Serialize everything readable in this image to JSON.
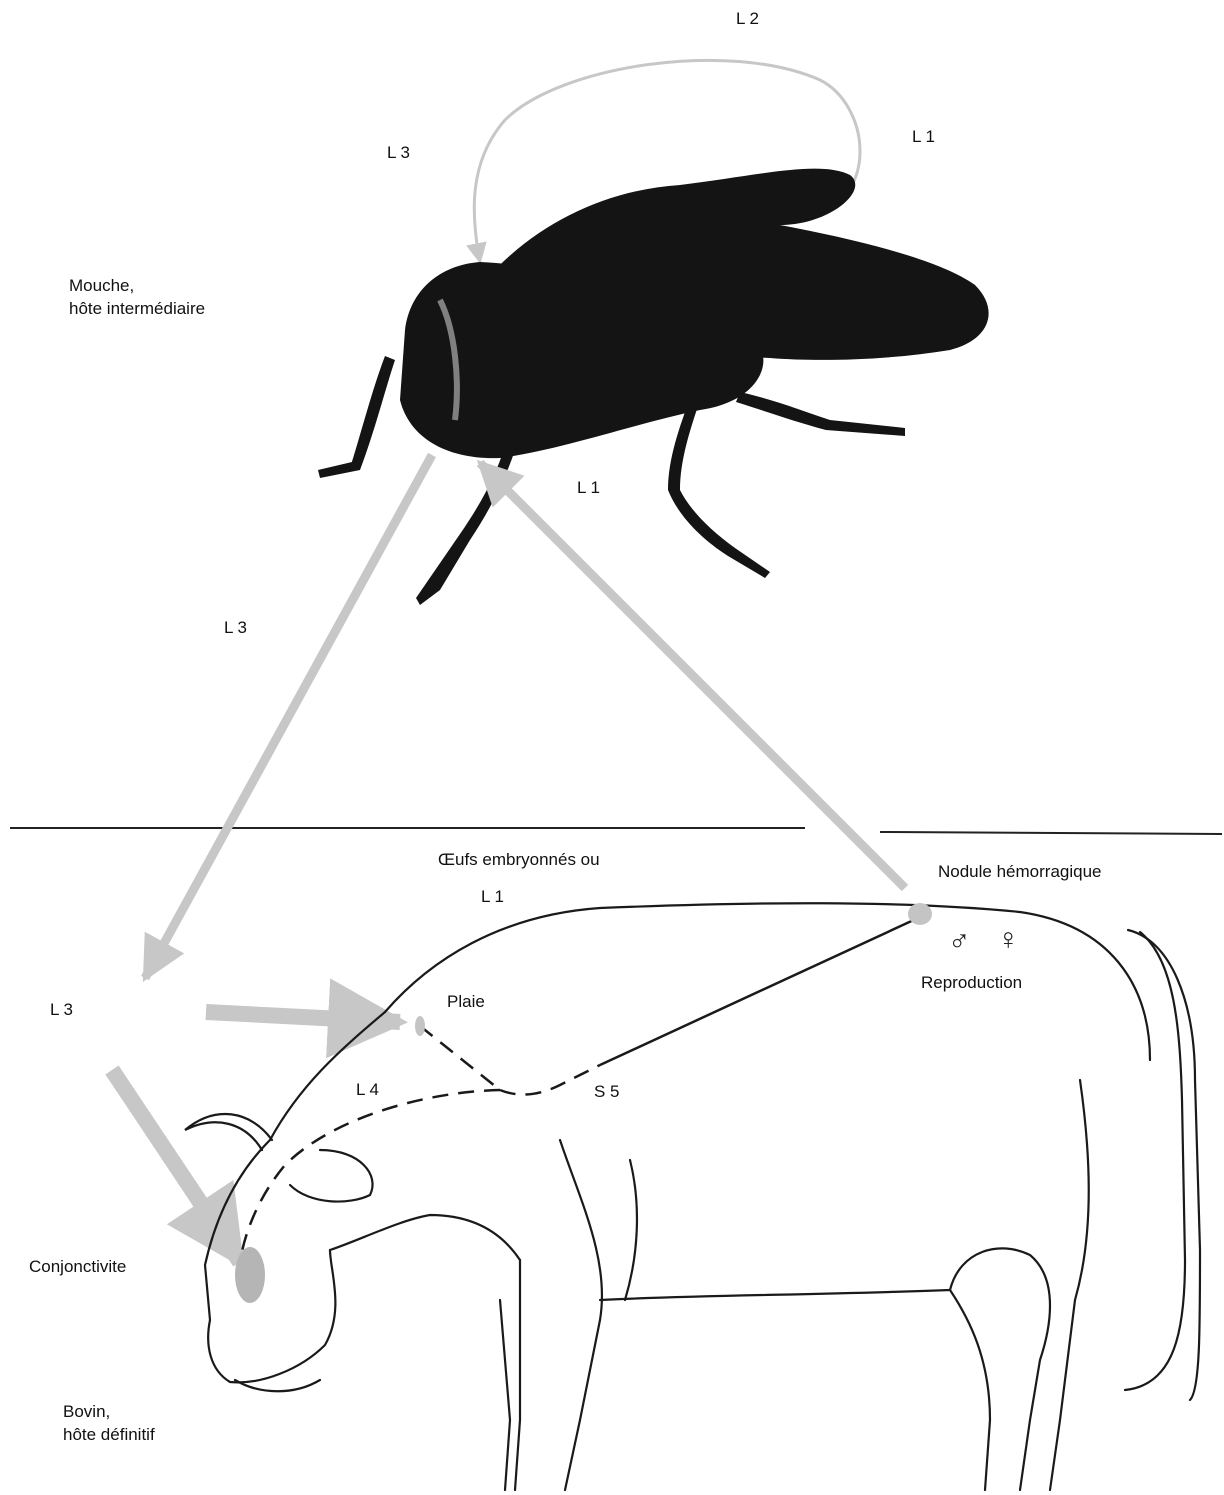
{
  "labels": {
    "l2_top": "L 2",
    "l3_fly": "L 3",
    "l1_fly_right": "L 1",
    "fly_host_line1": "Mouche,",
    "fly_host_line2": "hôte intermédiaire",
    "l1_under_fly": "L 1",
    "l3_left_mid": "L 3",
    "eggs": "Œufs embryonnés ou",
    "l1_eggs": "L 1",
    "nodule": "Nodule hémorragique",
    "reproduction": "Reproduction",
    "l3_cow_left": "L 3",
    "wound": "Plaie",
    "l4": "L 4",
    "s5": "S 5",
    "conjunctivitis": "Conjonctivite",
    "cattle_host_line1": "Bovin,",
    "cattle_host_line2": "hôte définitif"
  },
  "symbols": {
    "male": "♂",
    "female": "♀"
  },
  "colors": {
    "arrow": "#c7c7c7",
    "fly": "#141414",
    "outline": "#1a1a1a",
    "eye_spot": "#b5b5b5"
  },
  "icons": {
    "fly": "fly-illustration",
    "cattle": "cattle-outline"
  }
}
